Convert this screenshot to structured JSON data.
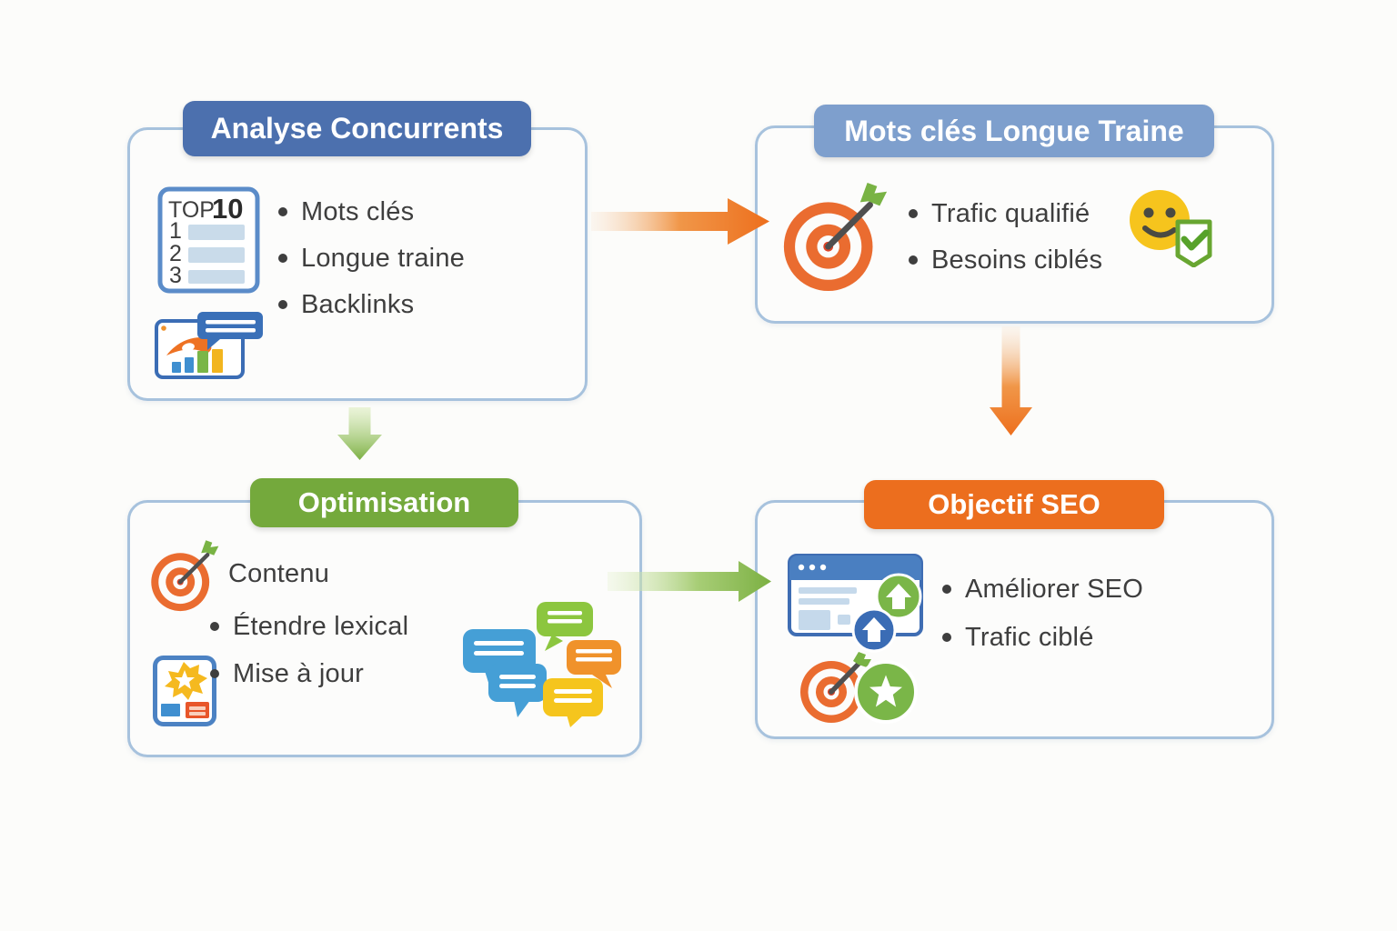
{
  "boxes": {
    "analyse_concurrents": {
      "title": "Analyse Concurrents",
      "header_color": "#4c70ae",
      "items": [
        "Mots clés",
        "Longue traine",
        "Backlinks"
      ],
      "top10_card": {
        "top_label": "TOP",
        "number": "10",
        "ranks": [
          "1",
          "2",
          "3"
        ]
      }
    },
    "mots_cles_longue_traine": {
      "title": "Mots clés Longue Traine",
      "header_color": "#7e9fcd",
      "items": [
        "Trafic qualifié",
        "Besoins ciblés"
      ]
    },
    "optimisation": {
      "title": "Optimisation",
      "header_color": "#74a93c",
      "items": [
        "Contenu",
        "Étendre lexical",
        "Mise à jour"
      ]
    },
    "objectif_seo": {
      "title": "Objectif SEO",
      "header_color": "#ec6e1e",
      "items": [
        "Améliorer SEO",
        "Trafic ciblé"
      ]
    }
  },
  "arrows": [
    {
      "name": "analyse-to-longue-traine",
      "direction": "right",
      "color": "#ee7223"
    },
    {
      "name": "analyse-to-optimisation",
      "direction": "down",
      "color": "#7cb043"
    },
    {
      "name": "longue-traine-to-objectif",
      "direction": "down",
      "color": "#ee7223"
    },
    {
      "name": "optimisation-to-objectif",
      "direction": "right",
      "color": "#7cb043"
    }
  ],
  "icons": {
    "analyse_concurrents": [
      "top10-list-icon",
      "analytics-browser-icon"
    ],
    "mots_cles_longue_traine": [
      "target-dart-icon",
      "smiley-check-icon"
    ],
    "optimisation": [
      "target-dart-icon",
      "star-card-icon",
      "speech-bubbles-icon"
    ],
    "objectif_seo": [
      "browser-uparrows-icon",
      "target-star-icon"
    ]
  },
  "colors": {
    "background": "#fcfcfa",
    "box_border": "#a7c2dd",
    "box_fill": "#fcfcfb",
    "text": "#3e3e3e",
    "orange": "#ee7223",
    "green": "#7cb043",
    "target_orange": "#ea6c30",
    "smiley_yellow": "#f6c41d",
    "bar_blue": "#3f8fd0",
    "bar_green": "#7ab648",
    "bar_yellow": "#f2b51f"
  }
}
